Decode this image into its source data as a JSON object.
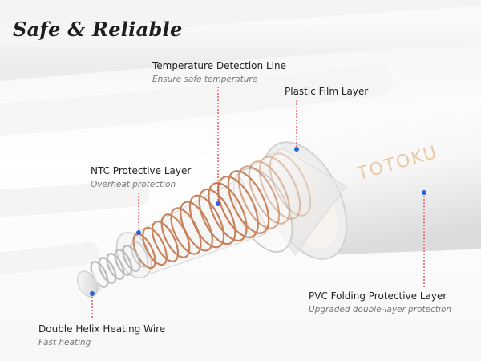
{
  "headline": "Safe & Reliable",
  "brand": {
    "text": "TOTOKU",
    "color": "#e9c9a6"
  },
  "colors": {
    "accent_dot": "#2463d8",
    "copper": "#c8835a",
    "tube_white": "#fbfbfb"
  },
  "callouts": {
    "temperature_line": {
      "title": "Temperature Detection Line",
      "subtitle": "Ensure safe temperature"
    },
    "plastic_film": {
      "title": "Plastic Film Layer"
    },
    "ntc_layer": {
      "title": "NTC Protective Layer",
      "subtitle": "Overheat protection"
    },
    "pvc_layer": {
      "title": "PVC Folding Protective Layer",
      "subtitle": "Upgraded double-layer protection"
    },
    "heating_wire": {
      "title": "Double Helix Heating Wire",
      "subtitle": "Fast heating"
    }
  }
}
